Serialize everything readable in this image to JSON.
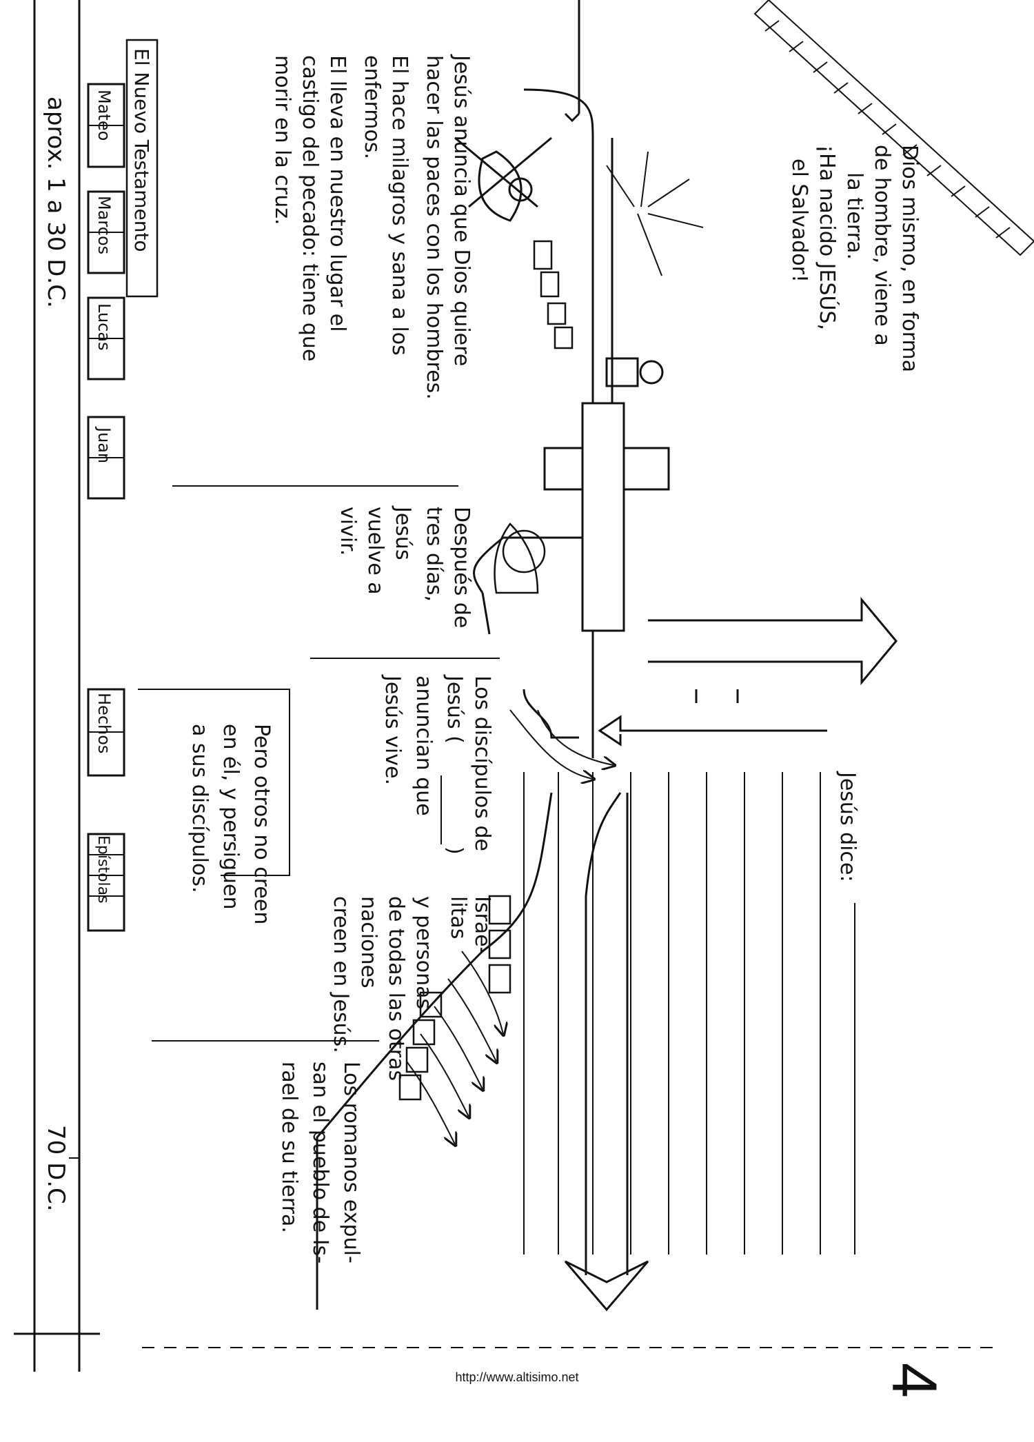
{
  "timeline": {
    "section_title": "El Nuevo Testamento",
    "books": [
      "Mateo",
      "Marcos",
      "Lucas",
      "Juan",
      "Hechos",
      "Epístolas"
    ],
    "date_range": "aprox. 1 a 30 D.C.",
    "end_date": "70 D.C."
  },
  "texts": {
    "incarnation": [
      "Dios mismo, en forma",
      "de hombre, viene a",
      "la tierra.",
      "¡Ha nacido JESÚS,",
      "el Salvador!"
    ],
    "ministry": [
      "Jesús anuncia que Dios quiere",
      "hacer las paces con los hombres.",
      "El hace milagros y sana a los",
      "enfermos.",
      "El lleva en nuestro lugar el",
      "castigo del pecado: tiene que",
      "morir en la cruz."
    ],
    "resurrection": [
      "Después de",
      "tres días,",
      "Jesús",
      "vuelve a",
      "vivir."
    ],
    "disciples": [
      "Los discípulos de",
      "Jesús (",
      ")",
      "anuncian que",
      "Jesús vive."
    ],
    "believers": [
      "Israe-",
      "litas",
      "y personas",
      "de todas las otras",
      "naciones",
      "creen en Jesús."
    ],
    "persecution": [
      "Pero otros no creen",
      "en él, y persiguen",
      "a sus discípulos."
    ],
    "romans": [
      "Los romanos expul-",
      "san el pueblo de Is-",
      "rael de su tierra."
    ],
    "jesus_says": "Jesús dice:"
  },
  "footer": {
    "url": "http://www.altisimo.net",
    "page_number": "4"
  }
}
